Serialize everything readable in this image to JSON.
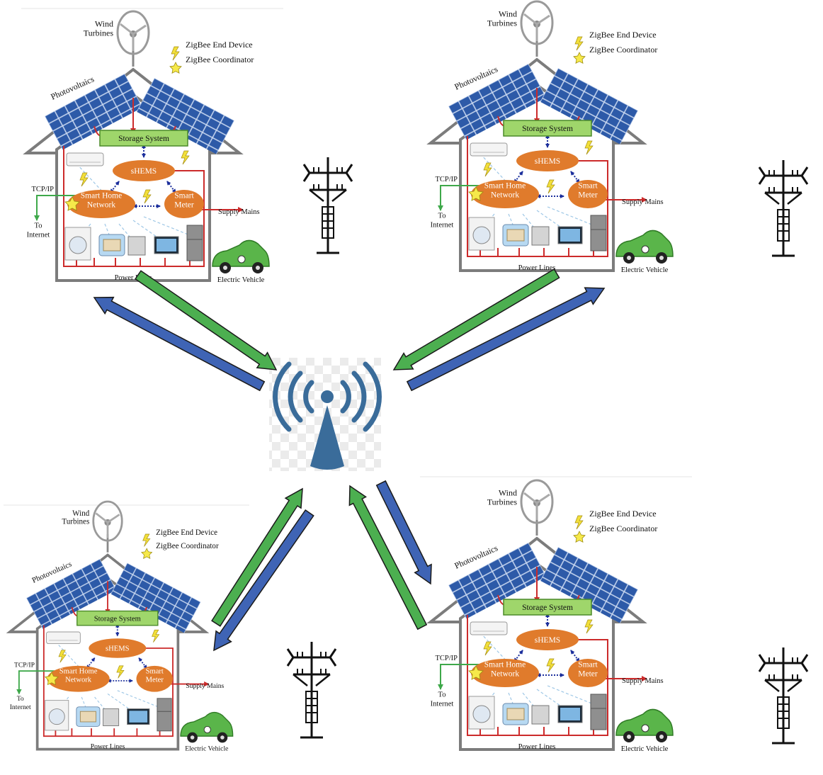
{
  "house": {
    "wind_turbines": "Wind\nTurbines",
    "photovoltaics": "Photovoltaics",
    "legend_end_device": "ZigBee End Device",
    "legend_coordinator": "ZigBee Coordinator",
    "storage_system": "Storage System",
    "shems": "sHEMS",
    "smart_home_network": "Smart Home\nNetwork",
    "smart_meter": "Smart\nMeter",
    "tcp_ip": "TCP/IP",
    "to_internet": "To\nInternet",
    "supply_mains": "Supply Mains",
    "power_lines": "Power Lines",
    "electric_vehicle": "Electric Vehicle"
  },
  "houses": [
    {
      "id": "top-left",
      "scale": 1.0
    },
    {
      "id": "top-right",
      "scale": 1.0
    },
    {
      "id": "bottom-left",
      "scale": 0.92
    },
    {
      "id": "bottom-right",
      "scale": 1.0
    }
  ],
  "colors": {
    "uplink_arrow": "#4caf50",
    "downlink_arrow": "#3f64b5",
    "orange_node": "#e07b2c",
    "storage_green": "#9fd66b",
    "power_line_red": "#cc2b2b",
    "house_outline": "#808080",
    "antenna_blue": "#3a6c9a"
  }
}
